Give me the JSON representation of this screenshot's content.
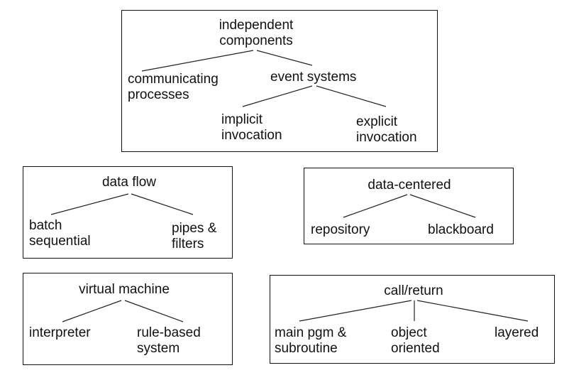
{
  "independent_components": {
    "title_line1": "independent",
    "title_line2": "components",
    "communicating_line1": "communicating",
    "communicating_line2": "processes",
    "event_systems": "event systems",
    "implicit_line1": "implicit",
    "implicit_line2": "invocation",
    "explicit_line1": "explicit",
    "explicit_line2": "invocation"
  },
  "data_flow": {
    "title": "data flow",
    "batch_line1": "batch",
    "batch_line2": "sequential",
    "pipes_line1": "pipes &",
    "pipes_line2": "filters"
  },
  "data_centered": {
    "title": "data-centered",
    "repository": "repository",
    "blackboard": "blackboard"
  },
  "virtual_machine": {
    "title": "virtual machine",
    "interpreter": "interpreter",
    "rule_line1": "rule-based",
    "rule_line2": "system"
  },
  "call_return": {
    "title": "call/return",
    "main_line1": "main pgm &",
    "main_line2": "subroutine",
    "object_line1": "object",
    "object_line2": "oriented",
    "layered": "layered"
  }
}
